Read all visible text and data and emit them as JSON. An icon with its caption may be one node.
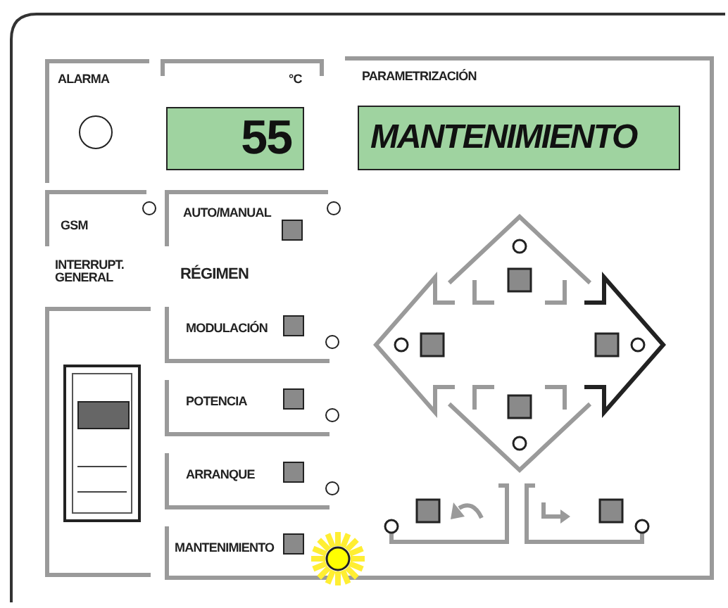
{
  "diagram": {
    "nodes": [
      {
        "text": [
          "ALARMA"
        ]
      },
      {
        "text": [
          "°C"
        ]
      },
      {
        "text": [
          "55"
        ],
        "in": 1
      },
      {
        "text": [
          "PARAMETRIZACIÓN"
        ]
      },
      {
        "text": [
          "MANTENIMIENTO"
        ],
        "in": 3
      },
      {
        "text": [
          "GSM"
        ]
      },
      {
        "text": [
          "AUTO/MANUAL"
        ]
      },
      {
        "text": [
          "INTERRUPT. GENERAL"
        ]
      },
      {
        "text": [
          "MODULACIÓN"
        ]
      },
      {
        "text": [
          "POTENCIA"
        ]
      },
      {
        "text": [
          "ARRANQUE"
        ]
      },
      {
        "text": [
          "MANTENIMIENTO"
        ]
      }
    ],
    "labels": [
      "RÉGIMEN"
    ]
  }
}
